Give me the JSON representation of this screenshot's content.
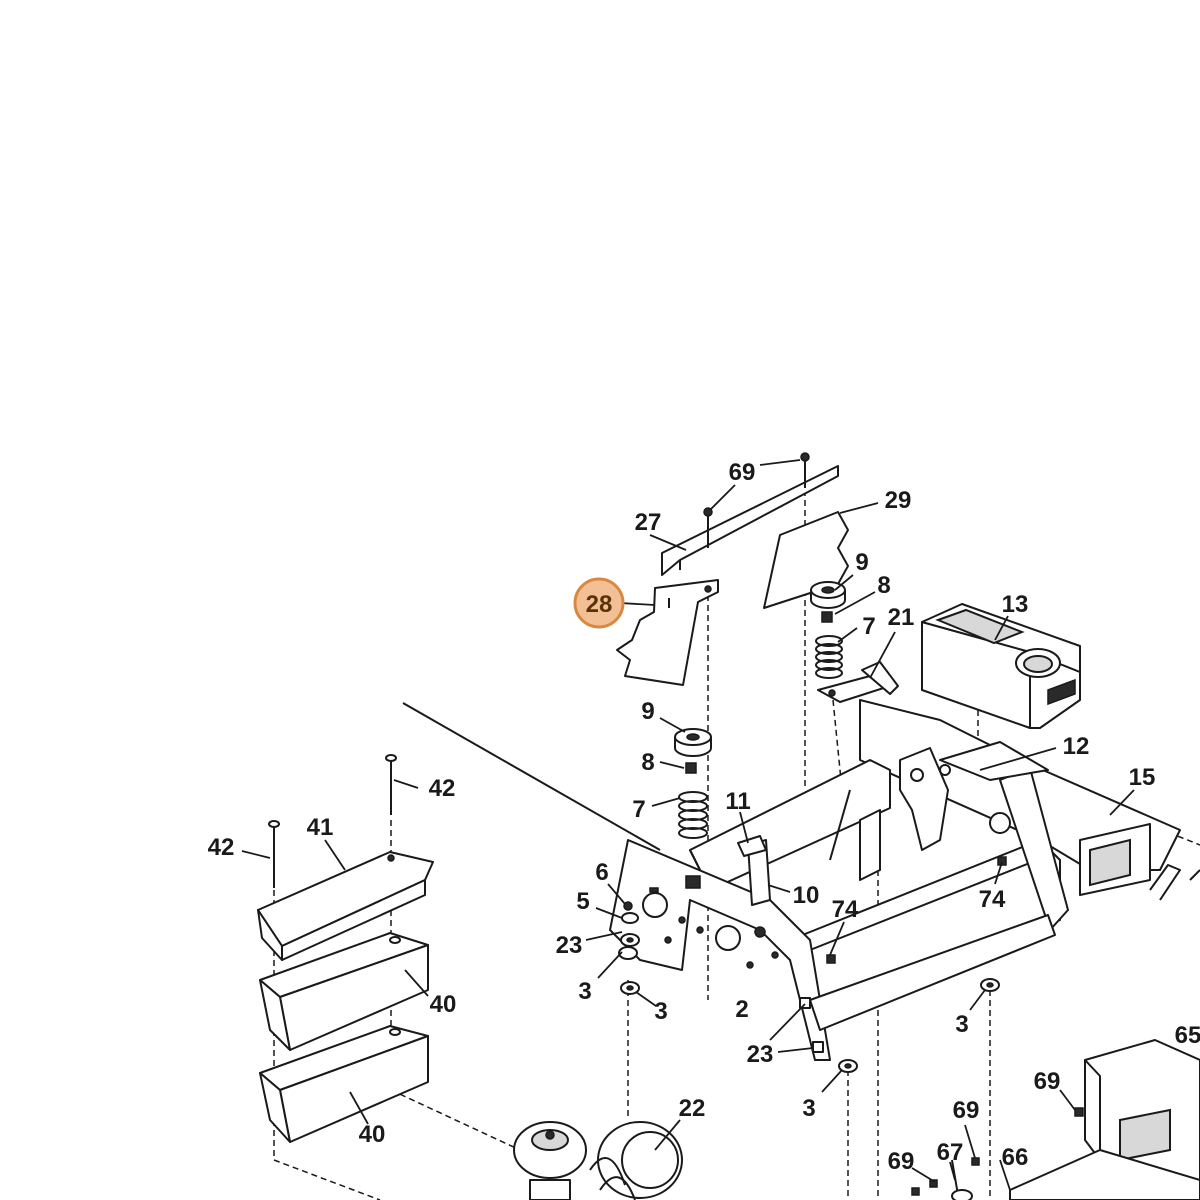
{
  "diagram": {
    "highlight": {
      "label": "28",
      "fill": "#f2c094",
      "stroke": "#d9893f"
    },
    "labels": {
      "l69a": "69",
      "l27": "27",
      "l29": "29",
      "l9a": "9",
      "l8a": "8",
      "l7a": "7",
      "l21": "21",
      "l13": "13",
      "l9b": "9",
      "l8b": "8",
      "l7b": "7",
      "l11": "11",
      "l12": "12",
      "l15": "15",
      "l10": "10",
      "l6": "6",
      "l5": "5",
      "l23a": "23",
      "l3a": "3",
      "l3b": "3",
      "l74a": "74",
      "l74b": "74",
      "l2": "2",
      "l23b": "23",
      "l3c": "3",
      "l3d": "3",
      "l42a": "42",
      "l42b": "42",
      "l41": "41",
      "l40a": "40",
      "l40b": "40",
      "l22": "22",
      "l65": "65",
      "l69b": "69",
      "l69c": "69",
      "l69d": "69",
      "l67": "67",
      "l66": "66"
    }
  }
}
